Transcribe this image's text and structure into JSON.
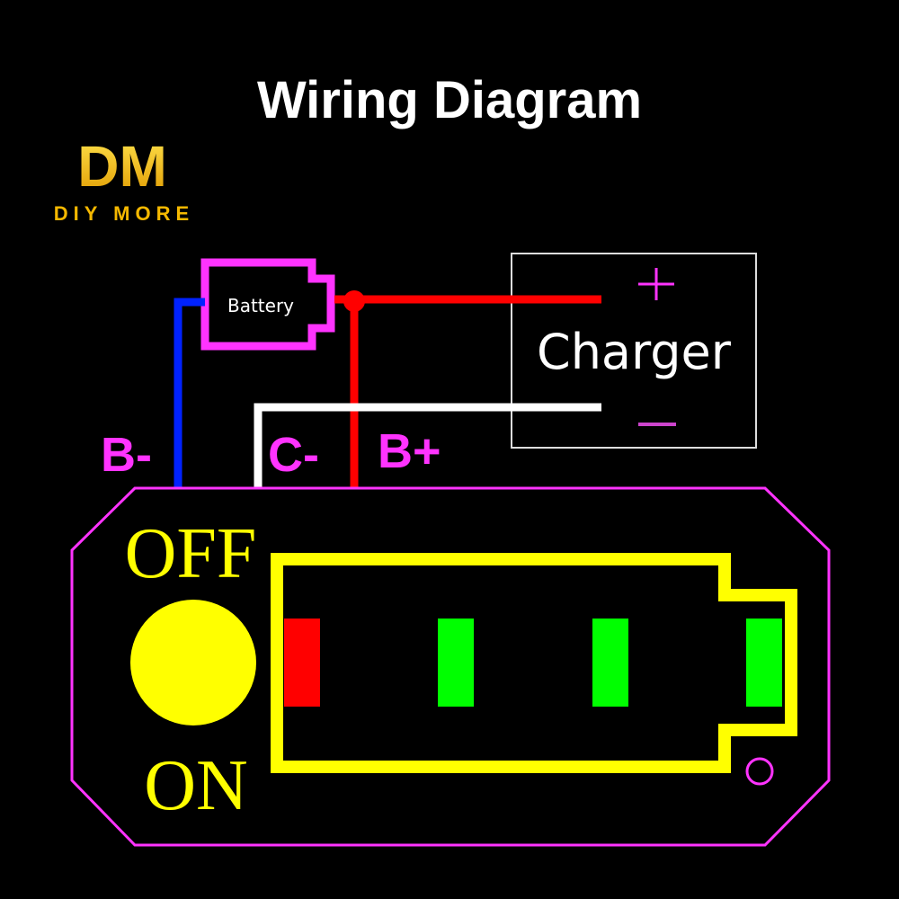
{
  "title": "Wiring Diagram",
  "logo": {
    "mark": "DM",
    "brand": "DIY MORE"
  },
  "battery": {
    "label": "Battery"
  },
  "charger": {
    "label": "Charger",
    "plus": "+",
    "minus": "−"
  },
  "terminals": {
    "b_minus": "B-",
    "c_minus": "C-",
    "b_plus": "B+"
  },
  "module": {
    "switch_off": "OFF",
    "switch_on": "ON",
    "indicator_cells": [
      "red",
      "green",
      "green",
      "green"
    ]
  },
  "colors": {
    "background": "#000000",
    "outline": "#ff33ff",
    "wire_positive": "#ff0000",
    "wire_negative": "#0022ff",
    "wire_charger_negative": "#ffffff",
    "module_yellow": "#ffff00",
    "cell_red": "#ff0000",
    "cell_green": "#00ff00",
    "logo_gold": "#f5c518"
  }
}
